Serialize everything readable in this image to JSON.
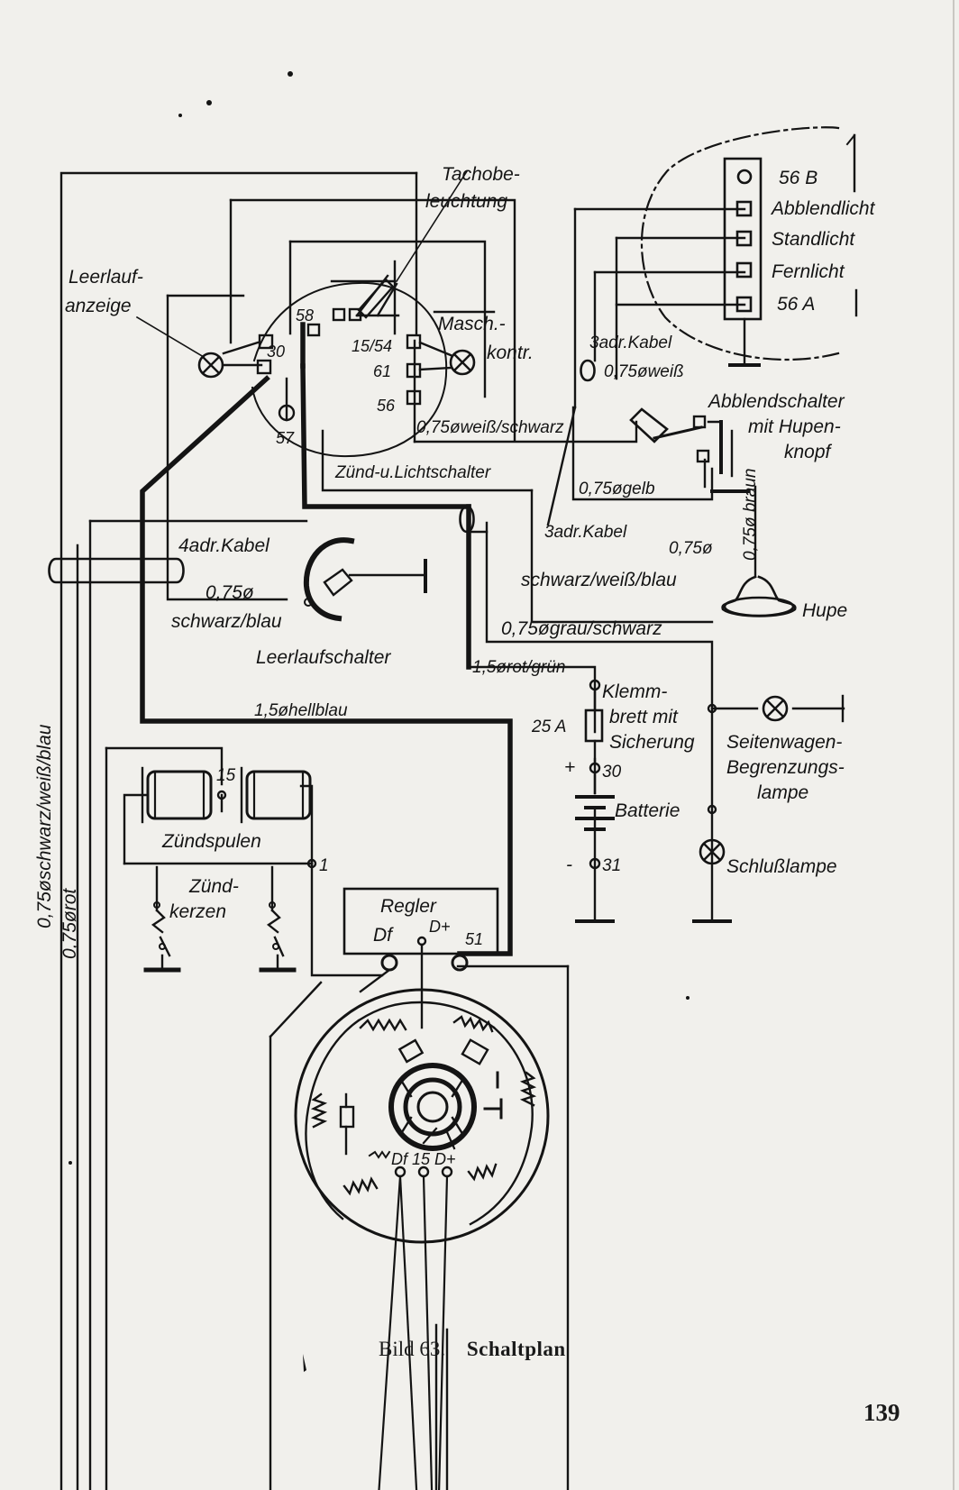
{
  "labels": {
    "tachobeleuchtung_1": "Tachobe-",
    "tachobeleuchtung_2": "leuchtung",
    "leerlaufanzeige_1": "Leerlauf-",
    "leerlaufanzeige_2": "anzeige",
    "term_58": "58",
    "term_30": "30",
    "term_1554": "15/54",
    "term_61": "61",
    "term_56": "56",
    "term_57": "57",
    "maschkontr_1": "Masch.-",
    "maschkontr_2": "kontr.",
    "kabel3_weiss_1": "3adr.Kabel",
    "kabel3_weiss_2": "0,75øweiß",
    "weiss_schwarz": "0,75øweiß/schwarz",
    "zuend_licht": "Zünd-u.Lichtschalter",
    "abblendschalter_1": "Abblendschalter",
    "abblendschalter_2": "mit Hupen-",
    "abblendschalter_3": "knopf",
    "gelb": "0,75øgelb",
    "braun": "0,75ø braun",
    "kabel3_2": "3adr.Kabel",
    "kabel3_075": "0,75ø",
    "kabel4": "4adr.Kabel",
    "kabel4_075": "0,75ø",
    "schwarz_blau": "schwarz/blau",
    "leerlaufschalter": "Leerlaufschalter",
    "schwarz_weiss_blau": "schwarz/weiß/blau",
    "hupe": "Hupe",
    "grau_schwarz": "0,75øgrau/schwarz",
    "rot_gruen": "1,5ørot/grün",
    "hellblau": "1,5øhellblau",
    "klemm_1": "Klemm-",
    "klemm_2": "brett mit",
    "klemm_3": "Sicherung",
    "sicherung_25a": "25 A",
    "plus": "+",
    "term_30b": "30",
    "batterie": "Batterie",
    "minus": "-",
    "term_31": "31",
    "seitenwagen_1": "Seitenwagen-",
    "seitenwagen_2": "Begrenzungs-",
    "seitenwagen_3": "lampe",
    "schlusslampe": "Schlußlampe",
    "term_15": "15",
    "term_1": "1",
    "zuendspulen": "Zündspulen",
    "zuendkerzen_1": "Zünd-",
    "zuendkerzen_2": "kerzen",
    "regler": "Regler",
    "df": "Df",
    "dplus": "D+",
    "term_51": "51",
    "gen_terms": "Df 15 D+",
    "left_1": "0,75øschwarz/weiß/blau",
    "left_2": "0,75ørot",
    "head_56b": "56 B",
    "head_abblend": "Abblendlicht",
    "head_stand": "Standlicht",
    "head_fern": "Fernlicht",
    "head_56a": "56 A"
  },
  "caption": {
    "number": "Bild 63.",
    "title": "Schaltplan"
  },
  "page_number": "139"
}
